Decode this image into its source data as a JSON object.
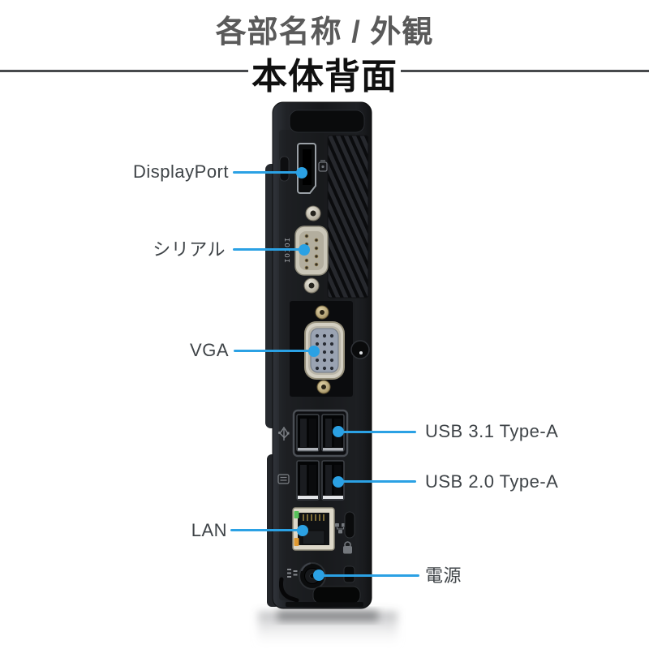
{
  "header": {
    "title": "各部名称 / 外観",
    "subtitle": "本体背面"
  },
  "callouts": {
    "displayport": {
      "label": "DisplayPort"
    },
    "serial": {
      "label": "シリアル"
    },
    "vga": {
      "label": "VGA"
    },
    "usb31": {
      "label": "USB 3.1 Type-A"
    },
    "usb20": {
      "label": "USB 2.0 Type-A"
    },
    "lan": {
      "label": "LAN"
    },
    "power": {
      "label": "電源"
    }
  },
  "device": {
    "serial_marking": "IOIOI"
  },
  "colors": {
    "background": "#FFFFFF",
    "accent_blue": "#2BA1E4",
    "label_text": "#3F4448",
    "title_gray": "#5A5A5A",
    "subtitle_black": "#101010",
    "divider_gray": "#47494C",
    "chassis_dark": "#1B1D20",
    "connector_metal": "#CAC6B8",
    "vga_inner": "#9AA3B2",
    "lan_led_green": "#57C05A",
    "lan_led_amber": "#E09A32"
  }
}
